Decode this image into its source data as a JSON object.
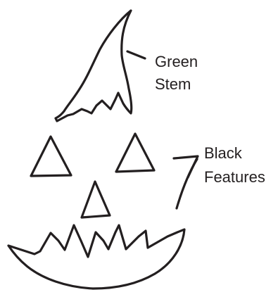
{
  "labels": {
    "stem": [
      "Green",
      "Stem"
    ],
    "features": [
      "Black",
      "Features"
    ]
  },
  "colors": {
    "ink": "#231f20",
    "background": "#ffffff"
  }
}
